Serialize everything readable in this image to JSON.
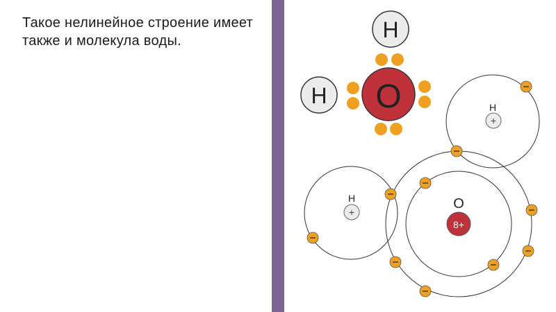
{
  "slide": {
    "text": "Такое нелинейное строение имеет также и молекула воды."
  },
  "lewis": {
    "atom_h_top": "H",
    "atom_h_left": "H",
    "atom_o": "O"
  },
  "orbital": {
    "h_top_label": "H",
    "h_top_nucleus": "+",
    "h_left_label": "H",
    "h_left_nucleus": "+",
    "o_label": "O",
    "o_nucleus": "8+"
  },
  "colors": {
    "accent_bar": "#7b6694",
    "oxygen": "#c0323a",
    "electron": "#f0a020",
    "hydrogen_fill": "#ececec"
  }
}
